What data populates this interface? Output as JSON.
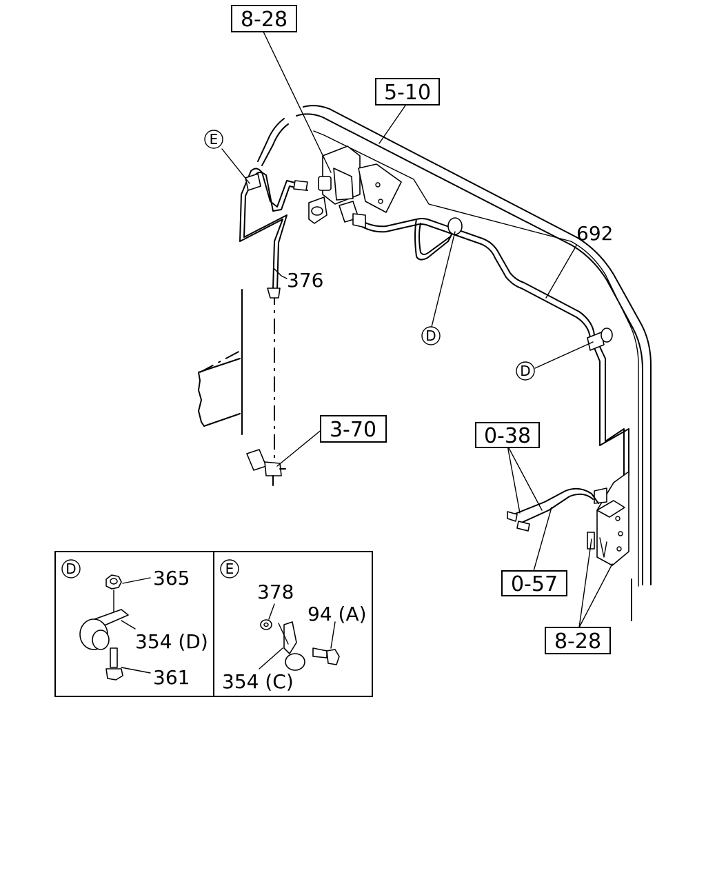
{
  "diagram": {
    "refs": {
      "r_8_28_top": "8-28",
      "r_5_10": "5-10",
      "r_3_70": "3-70",
      "r_0_38": "0-38",
      "r_0_57": "0-57",
      "r_8_28_bottom": "8-28"
    },
    "parts": {
      "p692": "692",
      "p376": "376",
      "p365": "365",
      "p354d": "354 (D)",
      "p361": "361",
      "p378": "378",
      "p94a": "94 (A)",
      "p354c": "354 (C)"
    },
    "markers": {
      "e_main": "E",
      "d_middle": "D",
      "d_right": "D",
      "d_panel": "D",
      "e_panel": "E"
    }
  }
}
